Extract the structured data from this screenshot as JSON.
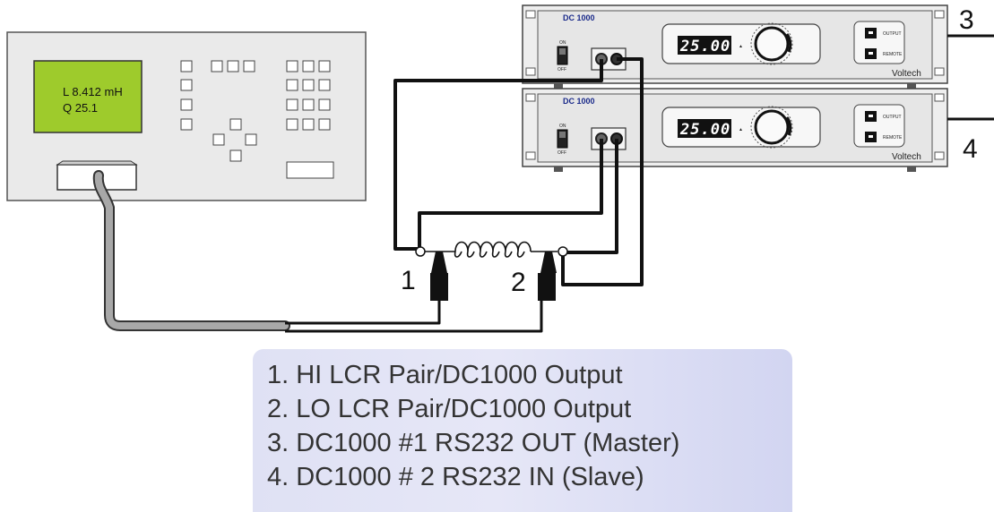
{
  "lcr_meter": {
    "display_line1": "L  8.412 mH",
    "display_line2": "Q  25.1"
  },
  "dc1000_units": [
    {
      "model": "DC  1000",
      "display": "25.00",
      "on_label": "ON",
      "off_label": "OFF",
      "output_label": "OUTPUT",
      "remote_label": "REMOTE",
      "brand": "Voltech",
      "connection_number": "3"
    },
    {
      "model": "DC  1000",
      "display": "25.00",
      "on_label": "ON",
      "off_label": "OFF",
      "output_label": "OUTPUT",
      "remote_label": "REMOTE",
      "brand": "Voltech",
      "connection_number": "4"
    }
  ],
  "terminal_labels": [
    "1",
    "2"
  ],
  "legend": [
    "1. HI LCR Pair/DC1000 Output",
    "2. LO LCR Pair/DC1000 Output",
    "3. DC1000 #1 RS232 OUT (Master)",
    "4. DC1000 # 2 RS232 IN (Slave)"
  ],
  "colors": {
    "lcd_background": "#9ecb2c",
    "device_panel": "#e9e9e9",
    "legend_background": "#dfe1f4",
    "cable_grey": "#9a9a9a",
    "wire": "#111111"
  }
}
